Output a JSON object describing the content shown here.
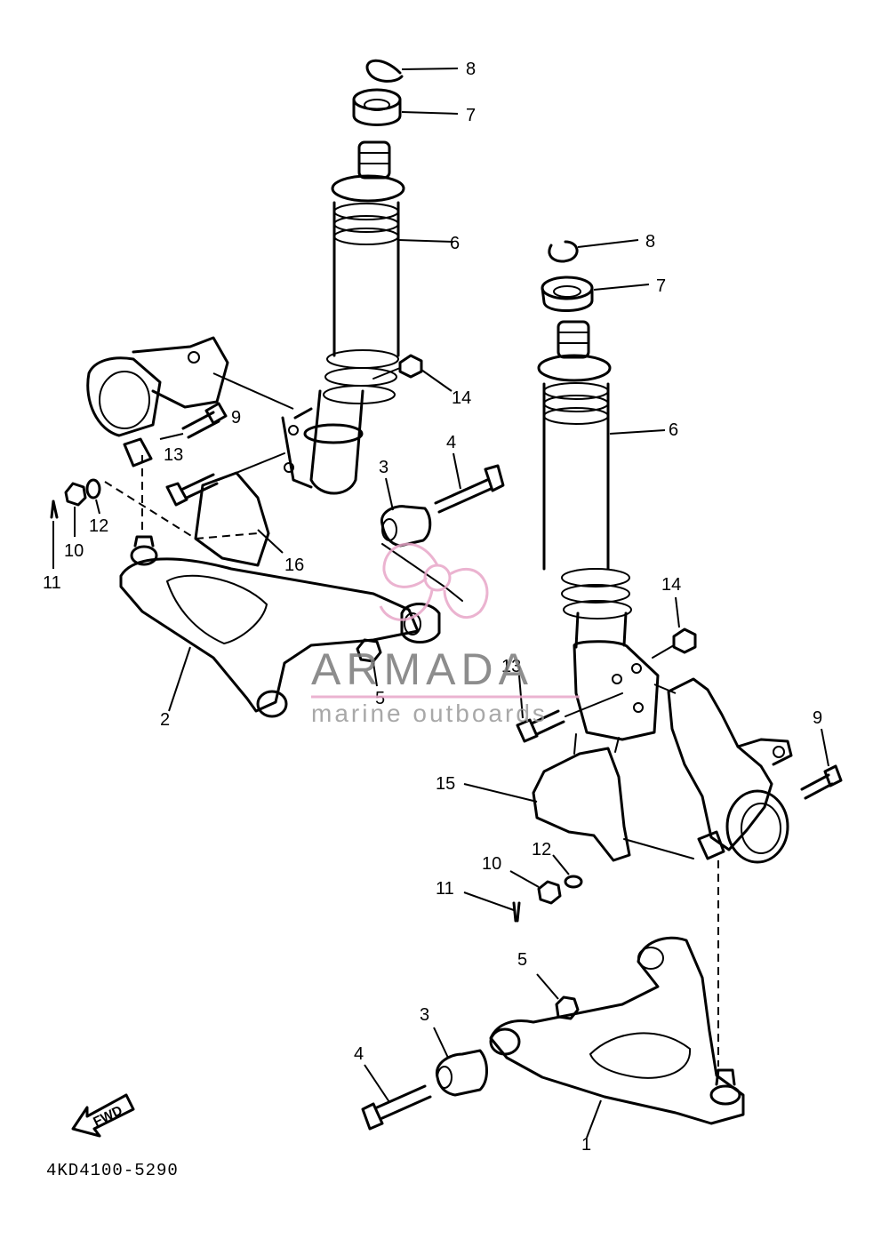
{
  "diagram": {
    "code": "4KD4100-5290",
    "fwd_label": "FWD",
    "callouts": {
      "c1": "1",
      "c2": "2",
      "c3a": "3",
      "c3b": "3",
      "c4a": "4",
      "c4b": "4",
      "c5a": "5",
      "c5b": "5",
      "c6a": "6",
      "c6b": "6",
      "c7a": "7",
      "c7b": "7",
      "c8a": "8",
      "c8b": "8",
      "c9a": "9",
      "c9b": "9",
      "c10a": "10",
      "c10b": "10",
      "c11a": "11",
      "c11b": "11",
      "c12a": "12",
      "c12b": "12",
      "c13a": "13",
      "c13b": "13",
      "c14a": "14",
      "c14b": "14",
      "c15": "15",
      "c16": "16"
    }
  },
  "watermark": {
    "title": "ARMADA",
    "subtitle": "marine outboards",
    "colors": {
      "title": "#7a7a7a",
      "subtitle": "#9a9a9a",
      "logo": "#e8a6c8"
    }
  }
}
